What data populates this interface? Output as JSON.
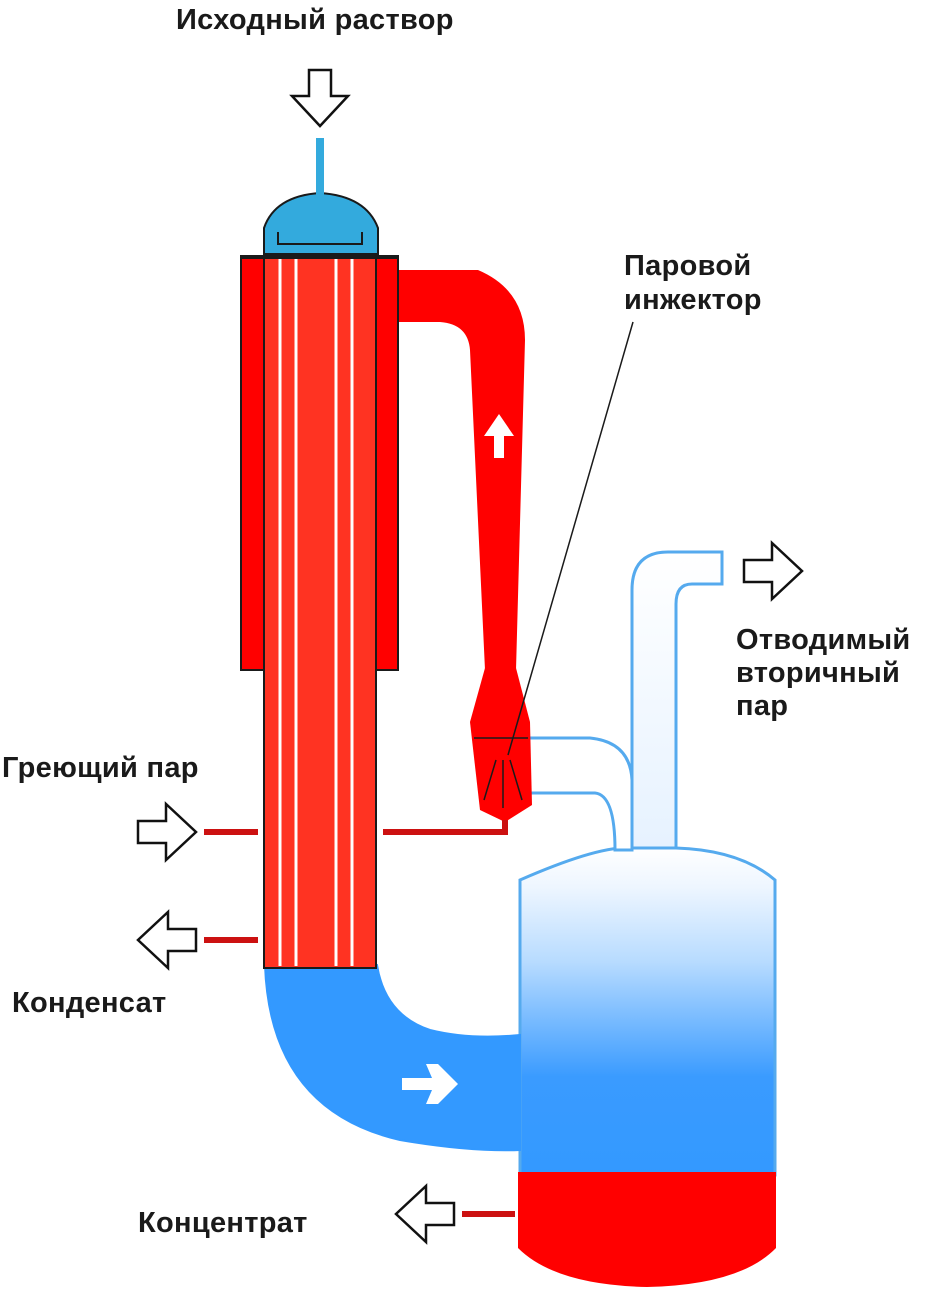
{
  "labels": {
    "feed_solution": "Исходный раствор",
    "steam_injector_line1": "Паровой",
    "steam_injector_line2": "инжектор",
    "secondary_vapor_line1": "Отводимый",
    "secondary_vapor_line2": "вторичный",
    "secondary_vapor_line3": "пар",
    "heating_steam": "Греющий пар",
    "condensate": "Конденсат",
    "concentrate": "Концентрат"
  },
  "colors": {
    "steam_red": "#ff0000",
    "tube_red": "#ff3322",
    "line_red": "#cc1111",
    "liquid_blue": "#3399ff",
    "feed_blue": "#33aadd",
    "vapor_outline_blue": "#55aaee",
    "arrow_outline": "#111111"
  }
}
